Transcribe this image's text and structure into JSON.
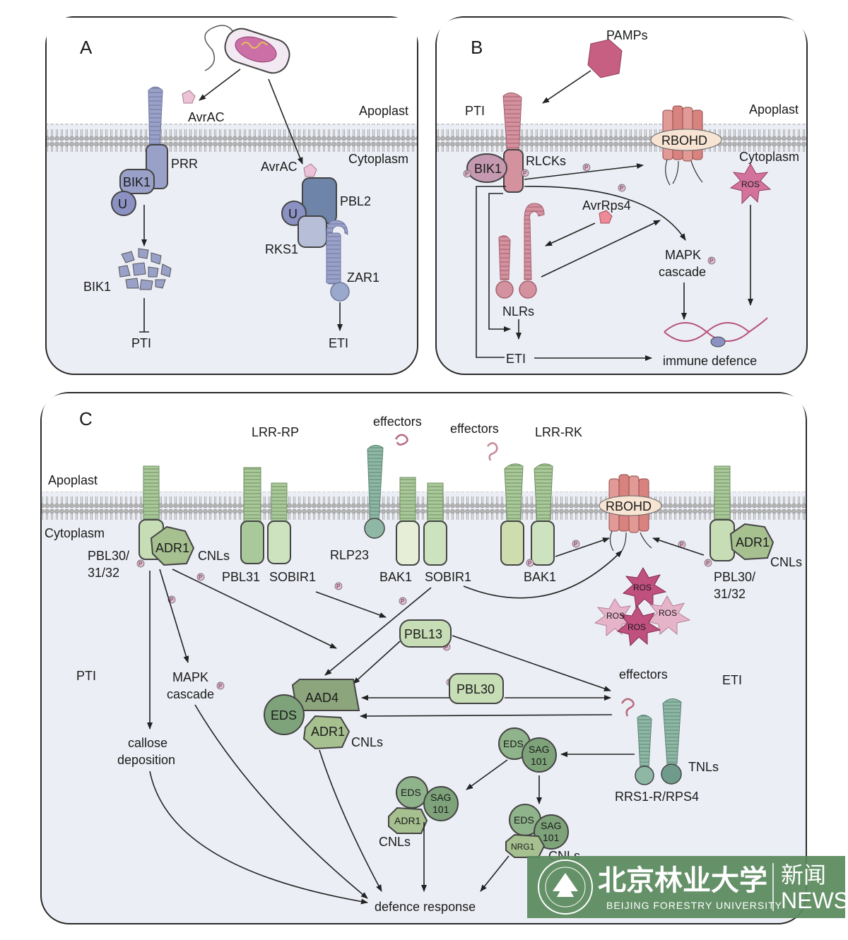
{
  "colors": {
    "cytoplasm": "#e8eaf2",
    "membrane": "#a5a5a5",
    "panelA_receptor": "#9aa1c9",
    "panelB_receptor": "#d4919e",
    "panelC_receptor": "#a9c99a",
    "rbohd": "#e19a96",
    "watermark": "#5a8a5c"
  },
  "panelA": {
    "letter": "A",
    "apoplast": "Apoplast",
    "cytoplasm": "Cytoplasm",
    "avrac1": "AvrAC",
    "avrac2": "AvrAC",
    "prr": "PRR",
    "bik1": "BIK1",
    "u1": "U",
    "bik1_degraded": "BIK1",
    "pti": "PTI",
    "pbl2": "PBL2",
    "u2": "U",
    "rks1": "RKS1",
    "zar1": "ZAR1",
    "eti": "ETI"
  },
  "panelB": {
    "letter": "B",
    "pamps": "PAMPs",
    "pti": "PTI",
    "apoplast": "Apoplast",
    "cytoplasm": "Cytoplasm",
    "rbohd": "RBOHD",
    "bik1": "BIK1",
    "rlcks": "RLCKs",
    "ros": "ROS",
    "avrrps4": "AvrRps4",
    "mapk": "MAPK",
    "cascade": "cascade",
    "nlrs": "NLRs",
    "eti": "ETI",
    "immune": "immune defence",
    "p": "P"
  },
  "panelC": {
    "letter": "C",
    "apoplast": "Apoplast",
    "cytoplasm": "Cytoplasm",
    "lrr_rp": "LRR-RP",
    "effectors1": "effectors",
    "effectors2": "effectors",
    "lrr_rk": "LRR-RK",
    "pbl3032_l1": "PBL30/",
    "pbl3032_l2": "31/32",
    "adr1_left": "ADR1",
    "cnls_left": "CNLs",
    "pbl31": "PBL31",
    "sobir1_a": "SOBIR1",
    "rlp23": "RLP23",
    "bak1_a": "BAK1",
    "sobir1_b": "SOBIR1",
    "bak1_b": "BAK1",
    "rbohd": "RBOHD",
    "adr1_right": "ADR1",
    "cnls_right": "CNLs",
    "pbl3032r_l1": "PBL30/",
    "pbl3032r_l2": "31/32",
    "ros1": "ROS",
    "ros2": "ROS",
    "ros3": "ROS",
    "ros4": "ROS",
    "pbl13": "PBL13",
    "pti": "PTI",
    "mapk": "MAPK",
    "cascade": "cascade",
    "aad4": "AAD4",
    "pbl30": "PBL30",
    "effectors3": "effectors",
    "eti": "ETI",
    "eds": "EDS",
    "adr1_mid": "ADR1",
    "cnls_mid": "CNLs",
    "callose1": "callose",
    "callose2": "deposition",
    "eds_sag_eds": "EDS",
    "eds_sag_sag": "SAG",
    "eds_sag_101": "101",
    "tnls": "TNLs",
    "rrs1": "RRS1-R/RPS4",
    "c1_eds": "EDS",
    "c1_sag": "SAG",
    "c1_101": "101",
    "c1_adr1": "ADR1",
    "c1_cnls": "CNLs",
    "c2_eds": "EDS",
    "c2_sag": "SAG",
    "c2_101": "101",
    "c2_nrg1": "NRG1",
    "c2_cnls": "CNLs",
    "defence": "defence response"
  },
  "watermark": {
    "cn": "北京林业大学",
    "en": "BEIJING FORESTRY UNIVERSITY",
    "news_cn": "新闻",
    "news_en": "NEWS"
  }
}
